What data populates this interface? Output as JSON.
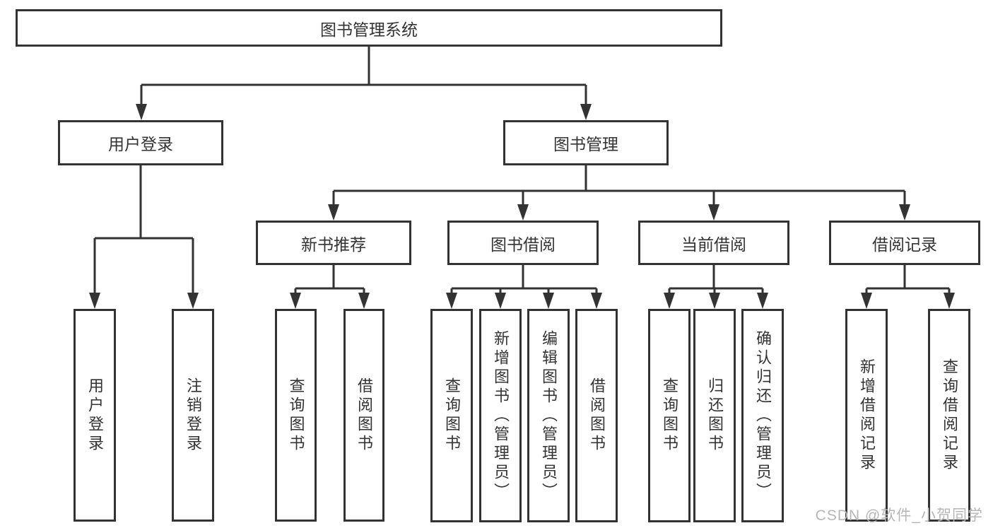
{
  "diagram_type": "hierarchy-chart",
  "tree": {
    "label": "图书管理系统",
    "children": [
      {
        "label": "用户登录",
        "children": [
          {
            "label": "用户登录"
          },
          {
            "label": "注销登录"
          }
        ]
      },
      {
        "label": "图书管理",
        "children": [
          {
            "label": "新书推荐",
            "children": [
              {
                "label": "查询图书"
              },
              {
                "label": "借阅图书"
              }
            ]
          },
          {
            "label": "图书借阅",
            "children": [
              {
                "label": "查询图书"
              },
              {
                "label": "新增图书（管理员）"
              },
              {
                "label": "编辑图书（管理员）"
              },
              {
                "label": "借阅图书"
              }
            ]
          },
          {
            "label": "当前借阅",
            "children": [
              {
                "label": "查询图书"
              },
              {
                "label": "归还图书"
              },
              {
                "label": "确认归还（管理员）"
              }
            ]
          },
          {
            "label": "借阅记录",
            "children": [
              {
                "label": "新增借阅记录"
              },
              {
                "label": "查询借阅记录"
              }
            ]
          }
        ]
      }
    ]
  },
  "watermark": {
    "text": "CSDN @软件_小贺同学"
  },
  "colors": {
    "background": "#ffffff",
    "line": "#333333",
    "node_border": "#333333",
    "node_text": "#333333",
    "watermark": "#b6b6b6"
  }
}
